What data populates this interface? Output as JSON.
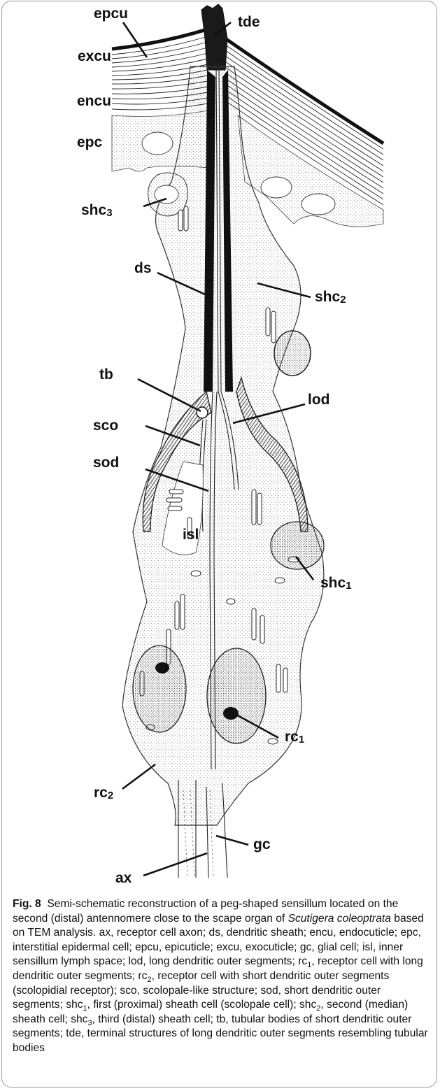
{
  "figure": {
    "labels": {
      "epcu": "epcu",
      "tde": "tde",
      "excu": "excu",
      "encu": "encu",
      "epc": "epc",
      "shc3": "shc",
      "shc3_sub": "3",
      "ds": "ds",
      "shc2": "shc",
      "shc2_sub": "2",
      "tb": "tb",
      "lod": "lod",
      "sco": "sco",
      "sod": "sod",
      "isl": "isl",
      "shc1": "shc",
      "shc1_sub": "1",
      "rc1": "rc",
      "rc1_sub": "1",
      "rc2": "rc",
      "rc2_sub": "2",
      "gc": "gc",
      "ax": "ax"
    },
    "colors": {
      "ink": "#111111",
      "stipple": "#8a8a8a",
      "dark": "#1a1a1a",
      "frame": "#9a9a9a"
    }
  },
  "caption": {
    "fig_label": "Fig. 8",
    "text_1": "Semi-schematic reconstruction of a peg-shaped sensillum located on the second (distal) antennomere close to the scape organ of",
    "species": "Scutigera coleoptrata",
    "text_2": "based on TEM analysis. ax, receptor cell axon; ds, dendritic sheath; encu, endocuticle; epc, interstitial epidermal cell; epcu, epicuticle; excu, exocuticle; gc, glial cell; isl, inner sensillum lymph space; lod, long dendritic outer segments; rc",
    "sub_a": "1",
    "text_3": ", receptor cell with long dendritic outer segments; rc",
    "sub_b": "2",
    "text_4": ", receptor cell with short dendritic outer segments (scolopidial receptor); sco, scolopale-like structure; sod, short dendritic outer segments; shc",
    "sub_c": "1",
    "text_5": ", first (proximal) sheath cell (scolopale cell); shc",
    "sub_d": "2",
    "text_6": ", second (median) sheath cell; shc",
    "sub_e": "3",
    "text_7": ", third (distal) sheath cell; tb, tubular bodies of short dendritic outer segments; tde, terminal structures of long dendritic outer segments resembling tubular bodies"
  }
}
